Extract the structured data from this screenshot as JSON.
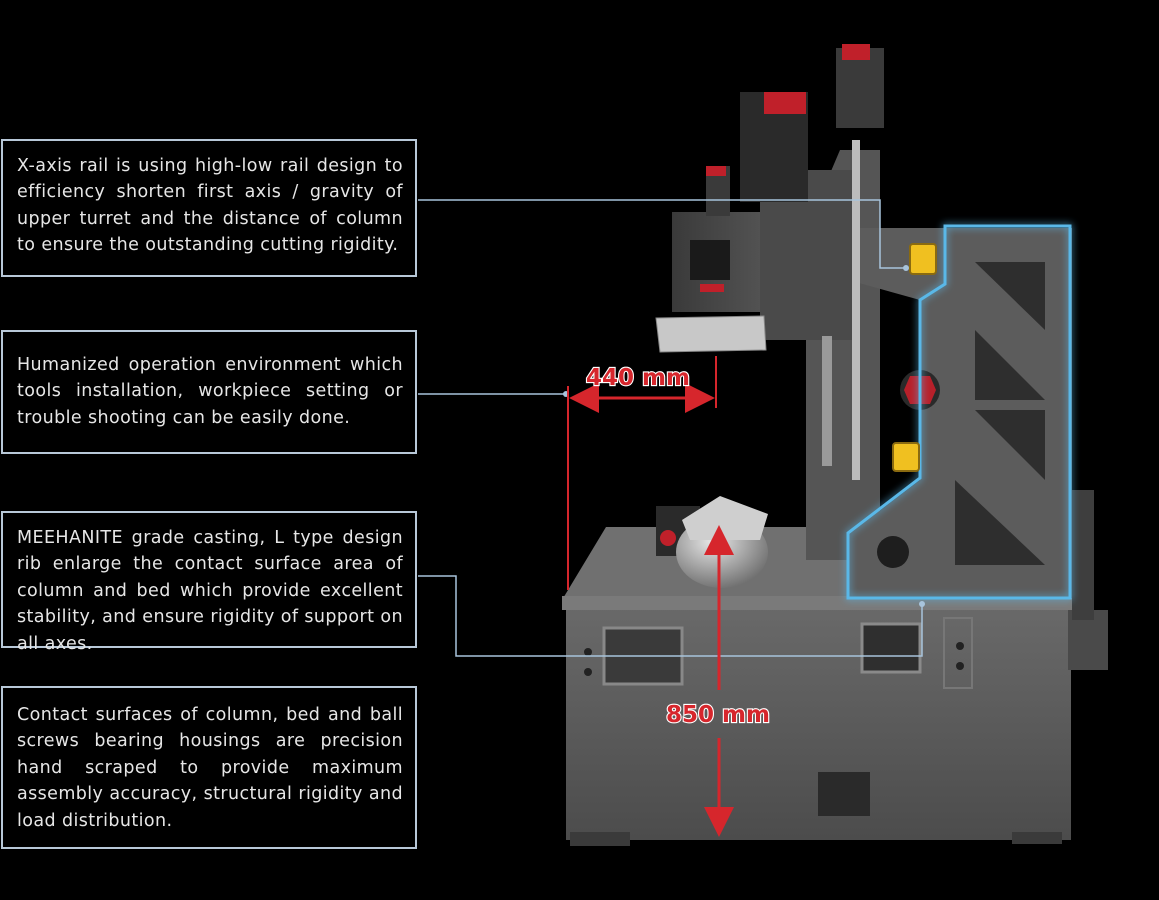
{
  "callouts": [
    {
      "text": "X-axis rail is using high-low rail design to efficiency shorten first axis / gravity of upper turret and the distance of column to ensure the outstanding cutting rigidity."
    },
    {
      "text": "Humanized operation environment which tools installation, workpiece setting or trouble shooting can be easily done."
    },
    {
      "text": "MEEHANITE grade casting, L type design rib enlarge the contact surface area of column and bed which provide excellent stability, and ensure rigidity of support on all axes."
    },
    {
      "text": "Contact surfaces of column, bed and ball screws bearing housings are precision hand scraped to provide maximum assembly accuracy, structural rigidity and load distribution."
    }
  ],
  "dimensions": {
    "width_label": "440 mm",
    "height_label": "850 mm"
  },
  "colors": {
    "background": "#000000",
    "callout_border": "#b8c8d8",
    "leader_line": "#a8c4dc",
    "dimension_red": "#d6262c",
    "highlight_glow": "#5ab8e8",
    "rail_yellow": "#f0c020",
    "machine_grey": "#5a5a5a"
  }
}
